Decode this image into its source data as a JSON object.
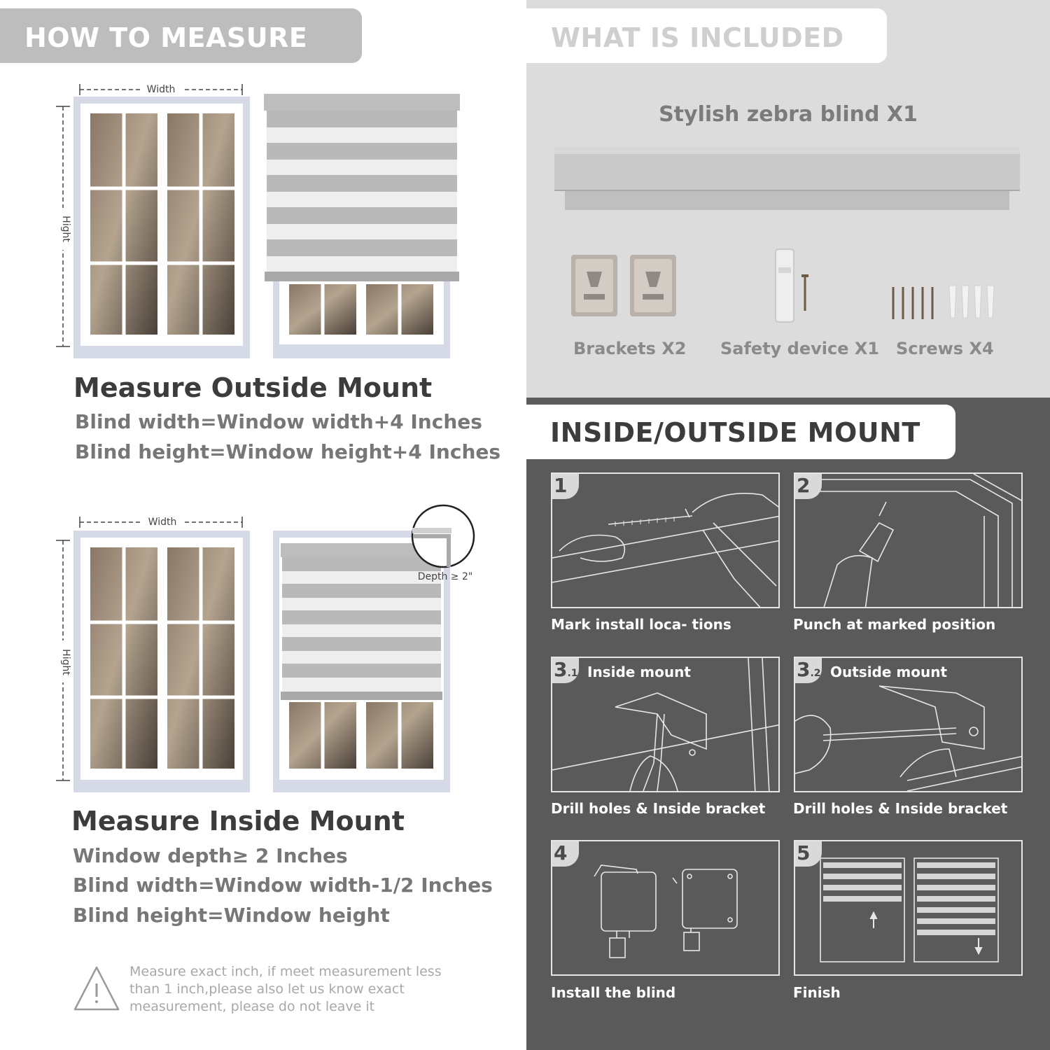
{
  "left": {
    "header": "HOW TO MEASURE",
    "outside": {
      "width_label": "Width",
      "height_label": "Hight",
      "title": "Measure Outside Mount",
      "lines": [
        "Blind width=Window width+4 Inches",
        "Blind height=Window height+4 Inches"
      ]
    },
    "inside": {
      "width_label": "Width",
      "height_label": "Hight",
      "depth_label": "Depth ≥ 2\"",
      "title": "Measure Inside Mount",
      "lines": [
        "Window depth≥ 2 Inches",
        "Blind width=Window width-1/2 Inches",
        "Blind height=Window height"
      ]
    },
    "warning": "Measure exact inch, if meet measurement less than 1 inch,please also let us know exact measurement, please do not leave it"
  },
  "included": {
    "header": "WHAT IS INCLUDED",
    "main_item": "Stylish zebra blind X1",
    "parts": [
      "Brackets X2",
      "Safety device X1",
      "Screws X4"
    ]
  },
  "mount": {
    "header": "INSIDE/OUTSIDE MOUNT",
    "steps": [
      {
        "num": "1",
        "sub": "",
        "subtitle": "",
        "caption": "Mark install loca- tions"
      },
      {
        "num": "2",
        "sub": "",
        "subtitle": "",
        "caption": "Punch at  marked position"
      },
      {
        "num": "3",
        "sub": ".1",
        "subtitle": "Inside mount",
        "caption": "Drill holes &  Inside bracket"
      },
      {
        "num": "3",
        "sub": ".2",
        "subtitle": "Outside mount",
        "caption": "Drill holes &  Inside bracket"
      },
      {
        "num": "4",
        "sub": "",
        "subtitle": "",
        "caption": "Install the blind"
      },
      {
        "num": "5",
        "sub": "",
        "subtitle": "",
        "caption": "Finish"
      }
    ]
  },
  "colors": {
    "header_gray": "#bdbdbd",
    "panel_light": "#dcdcdc",
    "panel_dark": "#5a5a5a",
    "blind_stripe": "#b9b9b9"
  }
}
